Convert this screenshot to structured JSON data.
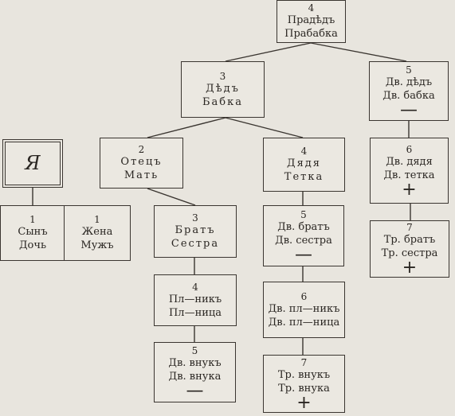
{
  "nodes": {
    "pradedt": {
      "num": "4",
      "l1": "Прадѣдъ",
      "l2": "Прабабка"
    },
    "dedt": {
      "num": "3",
      "l1": "Дѣдъ",
      "l2": "Бабка"
    },
    "dv_ded": {
      "num": "5",
      "l1": "Дв. дѣдъ",
      "l2": "Дв. бабка",
      "mark": "—"
    },
    "ya": {
      "label": "Я"
    },
    "otets": {
      "num": "2",
      "l1": "Отецъ",
      "l2": "Мать"
    },
    "dyadya": {
      "num": "4",
      "l1": "Дядя",
      "l2": "Тетка"
    },
    "dv_dyadya": {
      "num": "6",
      "l1": "Дв. дядя",
      "l2": "Дв. тетка",
      "mark": "+"
    },
    "syn": {
      "num": "1",
      "l1": "Сынъ",
      "l2": "Дочь"
    },
    "zhena": {
      "num": "1",
      "l1": "Жена",
      "l2": "Мужъ"
    },
    "brat": {
      "num": "3",
      "l1": "Братъ",
      "l2": "Сестра"
    },
    "dv_brat": {
      "num": "5",
      "l1": "Дв. братъ",
      "l2": "Дв. сестра",
      "mark": "—"
    },
    "tr_brat": {
      "num": "7",
      "l1": "Тр. братъ",
      "l2": "Тр. сестра",
      "mark": "+"
    },
    "plemyannik": {
      "num": "4",
      "l1": "Пл—никъ",
      "l2": "Пл—ница"
    },
    "dv_plemyannik": {
      "num": "6",
      "l1": "Дв. пл—никъ",
      "l2": "Дв. пл—ница"
    },
    "dv_vnuk": {
      "num": "5",
      "l1": "Дв. внукъ",
      "l2": "Дв. внука",
      "mark": "—"
    },
    "tr_vnuk": {
      "num": "7",
      "l1": "Тр. внукъ",
      "l2": "Тр. внука",
      "mark": "+"
    }
  }
}
